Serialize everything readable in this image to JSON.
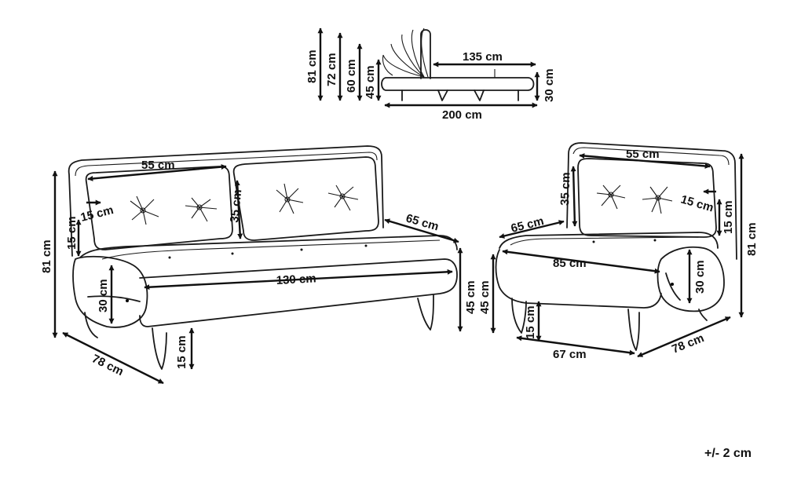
{
  "labels": {
    "top_h81": "81 cm",
    "top_h72": "72 cm",
    "top_h60": "60 cm",
    "top_h45": "45 cm",
    "top_w135": "135 cm",
    "top_h30": "30 cm",
    "top_w200": "200 cm",
    "sofa_w55": "55 cm",
    "sofa_h35": "35 cm",
    "sofa_15a": "15 cm",
    "sofa_15b": "15 cm",
    "sofa_h81": "81 cm",
    "sofa_d65": "65 cm",
    "sofa_w130": "130 cm",
    "sofa_h30": "30 cm",
    "sofa_h45": "45 cm",
    "sofa_h15": "15 cm",
    "sofa_d78": "78 cm",
    "chair_w55": "55 cm",
    "chair_h35": "35 cm",
    "chair_15a": "15 cm",
    "chair_15b": "15 cm",
    "chair_h81": "81 cm",
    "chair_d65": "65 cm",
    "chair_w85": "85 cm",
    "chair_h45": "45 cm",
    "chair_h30": "30 cm",
    "chair_h15": "15 cm",
    "chair_w67": "67 cm",
    "chair_d78": "78 cm",
    "tolerance": "+/- 2 cm"
  }
}
